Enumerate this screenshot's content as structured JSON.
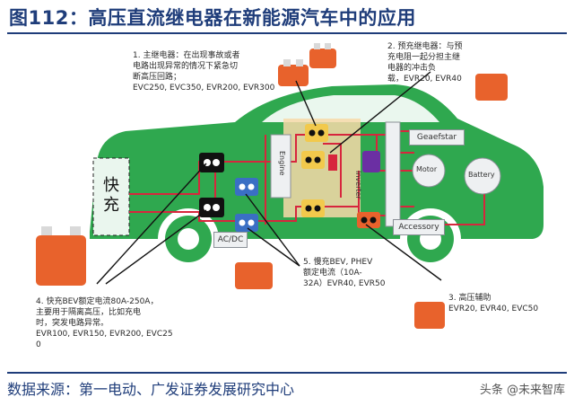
{
  "title": "图112：高压直流继电器在新能源汽车中的应用",
  "notes": {
    "main_relay": [
      "1. 主继电器：在出现事故或者",
      "电路出现异常的情况下紧急切",
      "断高压回路；",
      "EVC250, EVC350, EVR200, EVR300"
    ],
    "precharge_relay": [
      "2. 预充继电器：与预",
      "充电阻一起分担主继",
      "电器的冲击负",
      "载，EVR20, EVR40"
    ],
    "hv_aux": [
      "3. 高压辅助",
      "EVR20, EVR40, EVC50"
    ],
    "fast_charge": [
      "4. 快充BEV额定电流80A-250A，",
      "主要用于隔离高压，比如充电",
      "时，突发电路异常。",
      "EVR100, EVR150, EVR200, EVC25",
      "0"
    ],
    "slow_charge": [
      "5. 慢充BEV, PHEV",
      "额定电流（10A-",
      "32A）EVR40, EVR50"
    ]
  },
  "components": {
    "generator": "Geaefstar",
    "inverter": "Inverter",
    "motor": "Motor",
    "battery": "Battery",
    "accessory": "Accessory",
    "acdc": "AC/DC",
    "engine": "Engine",
    "fast_charge": "快充"
  },
  "footer": "数据来源：第一电动、广发证券发展研究中心",
  "watermark": "头条 @未来智库",
  "colors": {
    "car": "#2fa84f",
    "wire": "#d7263d",
    "title": "#1f3d7a",
    "relay": "#e8622c",
    "highlight": "#f7d9a8"
  }
}
